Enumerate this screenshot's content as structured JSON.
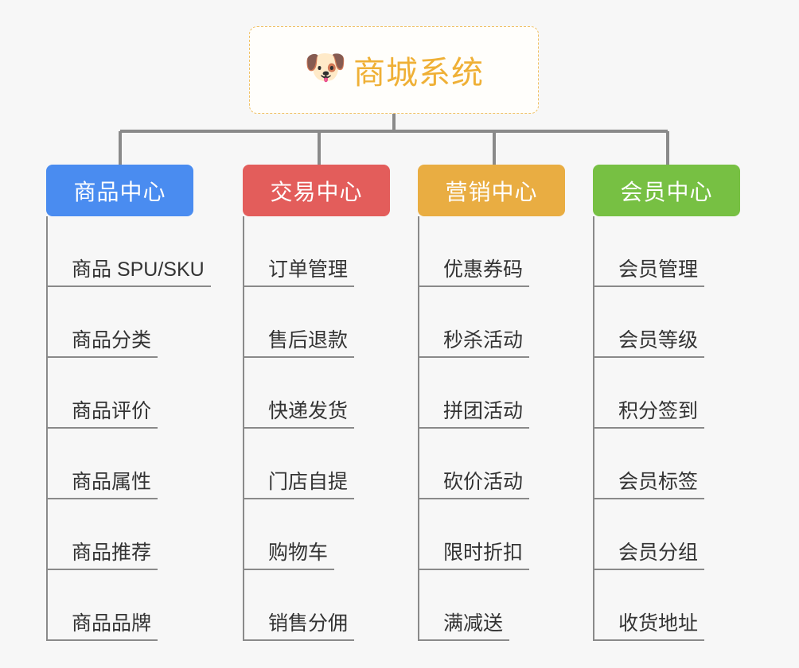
{
  "page": {
    "background_color": "#f7f7f7",
    "type": "organization-tree-diagram"
  },
  "root": {
    "icon": "dog-face-emoji",
    "icon_glyph": "🐶",
    "title": "商城系统",
    "text_color": "#efb036",
    "border_color": "#f0c063",
    "fill_color": "#fffefb"
  },
  "connector": {
    "color": "#8a8a8a"
  },
  "columns": [
    {
      "id": "product-center",
      "title": "商品中心",
      "color": "#4a8cf0",
      "items": [
        "商品 SPU/SKU",
        "商品分类",
        "商品评价",
        "商品属性",
        "商品推荐",
        "商品品牌"
      ]
    },
    {
      "id": "trade-center",
      "title": "交易中心",
      "color": "#e35d5b",
      "items": [
        "订单管理",
        "售后退款",
        "快递发货",
        "门店自提",
        "购物车",
        "销售分佣"
      ]
    },
    {
      "id": "marketing-center",
      "title": "营销中心",
      "color": "#e9ad42",
      "items": [
        "优惠券码",
        "秒杀活动",
        "拼团活动",
        "砍价活动",
        "限时折扣",
        "满减送"
      ]
    },
    {
      "id": "member-center",
      "title": "会员中心",
      "color": "#77c043",
      "items": [
        "会员管理",
        "会员等级",
        "积分签到",
        "会员标签",
        "会员分组",
        "收货地址"
      ]
    }
  ]
}
